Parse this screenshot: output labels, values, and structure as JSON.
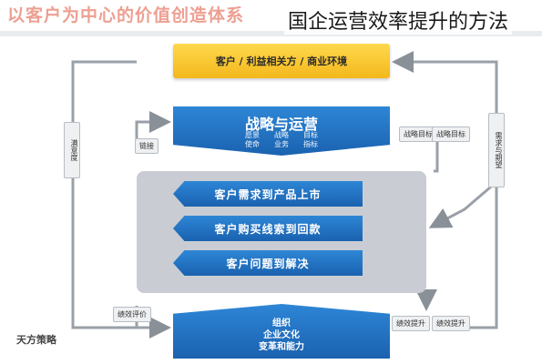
{
  "header": {
    "background_title": "以客户为中心的价值创造体系",
    "overlay_title": "国企运营效率提升的方法"
  },
  "diagram": {
    "top_box": "客户 / 利益相关方 / 商业环境",
    "strategy": {
      "title": "战略与运营",
      "row1": "愿景　　战略　　目标",
      "row2": "使命　　业务　　指标"
    },
    "processes": [
      "客户需求到产品上市",
      "客户购买线索到回款",
      "客户问题到解决"
    ],
    "bottom": {
      "line1": "组织",
      "line2": "企业文化",
      "line3": "变革和能力"
    },
    "left_side_label": "满意度",
    "right_side_label": "需求与期望",
    "tags": {
      "left_mid": "链接",
      "right_mid": "战略目标",
      "right_mid2": "战略目标",
      "left_bottom": "绩效评价",
      "right_bottom": "绩效提升",
      "right_bottom2": "绩效提升"
    }
  },
  "watermark": "天方策略",
  "colors": {
    "yellow": "#f3b81c",
    "blue": "#1a62b0",
    "gray_panel": "#c9cdd3",
    "title_red": "#e0523a"
  }
}
